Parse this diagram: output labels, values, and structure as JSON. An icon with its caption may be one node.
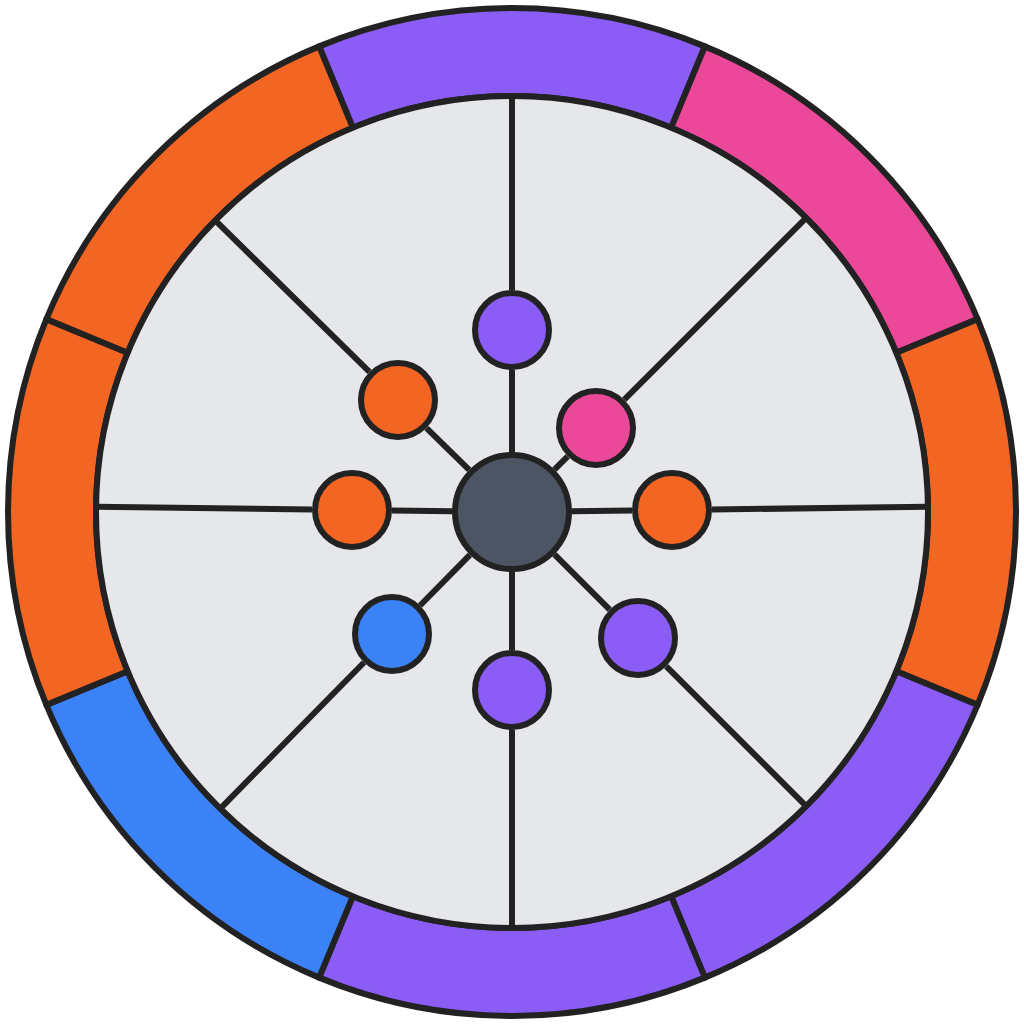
{
  "diagram": {
    "nodes": [
      {
        "text": [],
        "shape": "circle"
      },
      {
        "text": [],
        "shape": "circle"
      },
      {
        "text": [],
        "shape": "circle"
      },
      {
        "text": [],
        "shape": "circle"
      },
      {
        "text": [],
        "shape": "circle"
      },
      {
        "text": [],
        "shape": "circle"
      },
      {
        "text": [],
        "shape": "circle"
      },
      {
        "text": [],
        "shape": "circle"
      },
      {
        "text": [],
        "shape": "circle"
      }
    ],
    "edges": [
      {
        "from": 4,
        "to": 0,
        "arrow": "none"
      },
      {
        "from": 4,
        "to": 1,
        "arrow": "none"
      },
      {
        "from": 4,
        "to": 2,
        "arrow": "none"
      },
      {
        "from": 4,
        "to": 3,
        "arrow": "none"
      },
      {
        "from": 4,
        "to": 5,
        "arrow": "none"
      },
      {
        "from": 4,
        "to": 6,
        "arrow": "none"
      },
      {
        "from": 4,
        "to": 7,
        "arrow": "none"
      },
      {
        "from": 4,
        "to": 8,
        "arrow": "none"
      }
    ]
  }
}
